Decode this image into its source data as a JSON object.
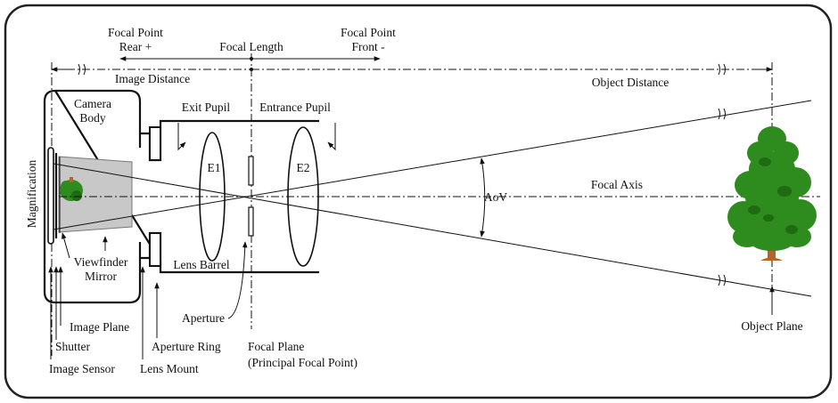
{
  "diagram": {
    "labels": {
      "focal_point_rear_1": "Focal Point",
      "focal_point_rear_2": "Rear +",
      "focal_length": "Focal Length",
      "focal_point_front_1": "Focal Point",
      "focal_point_front_2": "Front -",
      "image_distance": "Image Distance",
      "object_distance": "Object Distance",
      "camera_body_1": "Camera",
      "camera_body_2": "Body",
      "exit_pupil": "Exit Pupil",
      "entrance_pupil": "Entrance Pupil",
      "e1": "E1",
      "e2": "E2",
      "aov": "AoV",
      "focal_axis": "Focal Axis",
      "magnification": "Magnification",
      "viewfinder_1": "Viewfinder",
      "viewfinder_2": "Mirror",
      "lens_barrel": "Lens Barrel",
      "aperture": "Aperture",
      "image_plane": "Image Plane",
      "shutter": "Shutter",
      "aperture_ring": "Aperture Ring",
      "focal_plane_1": "Focal Plane",
      "focal_plane_2": "(Principal Focal Point)",
      "image_sensor": "Image Sensor",
      "lens_mount": "Lens Mount",
      "object_plane": "Object Plane"
    },
    "colors": {
      "tree_foliage": "#2e8b1e",
      "tree_foliage_dark": "#1f6b12",
      "tree_trunk": "#b5652a",
      "viewfinder_fill": "#c8c8c8",
      "frame": "#222222"
    }
  }
}
